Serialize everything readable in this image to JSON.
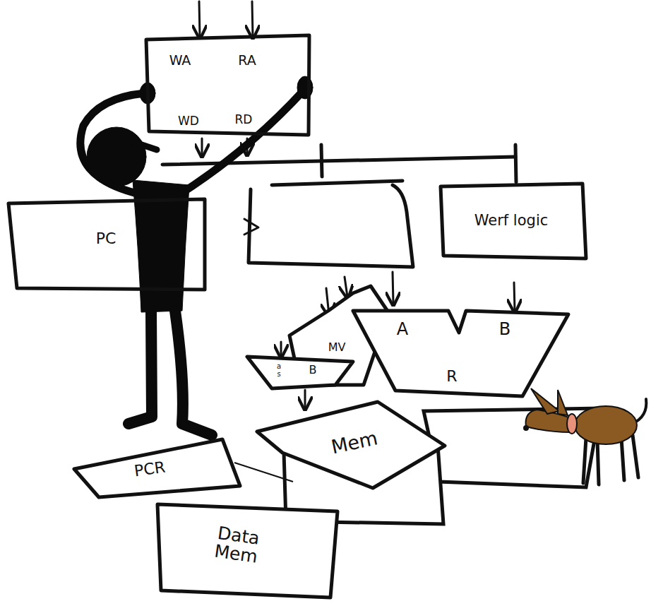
{
  "diagram": {
    "nodes": [
      {
        "text": [
          "WA",
          "RA",
          "WD",
          "RD"
        ]
      },
      {
        "text": [
          "PC"
        ]
      },
      {
        "text": [
          "Werf logic"
        ]
      },
      {
        "text": [
          "MV"
        ]
      },
      {
        "text": [
          "A",
          "B",
          "R"
        ]
      },
      {
        "text": [
          "a s",
          "B"
        ]
      },
      {
        "text": [
          "Mem"
        ]
      },
      {
        "text": [
          "PCR"
        ]
      },
      {
        "text": [
          "Data Mem"
        ]
      }
    ]
  }
}
